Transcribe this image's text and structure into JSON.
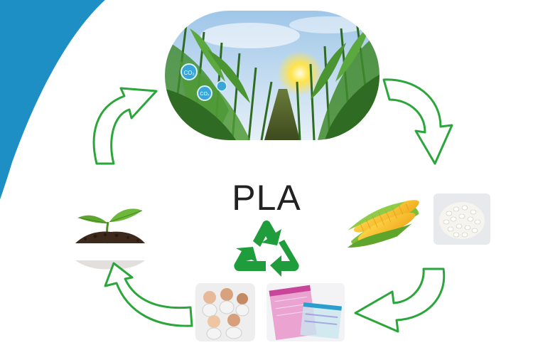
{
  "diagram": {
    "center_label": "PLA"
  },
  "icons": {
    "recycle": "recycle-icon",
    "cycle_arrows": "curved-arrow-icon",
    "co2_bubbles": "co2-bubble-icon"
  },
  "images": {
    "field": "corn-field-photo",
    "corn": "corn-cobs-photo",
    "pellets": "pla-pellets-photo",
    "packaging": "plastic-bags-photo",
    "babies": "babies-in-diapers-photo",
    "sprout": "seedling-in-soil-photo"
  },
  "colors": {
    "arrow_green": "#2aa63a",
    "recycle_green": "#1f9c3c",
    "corner_blue": "#1e8fc4",
    "label_text": "#222222"
  }
}
